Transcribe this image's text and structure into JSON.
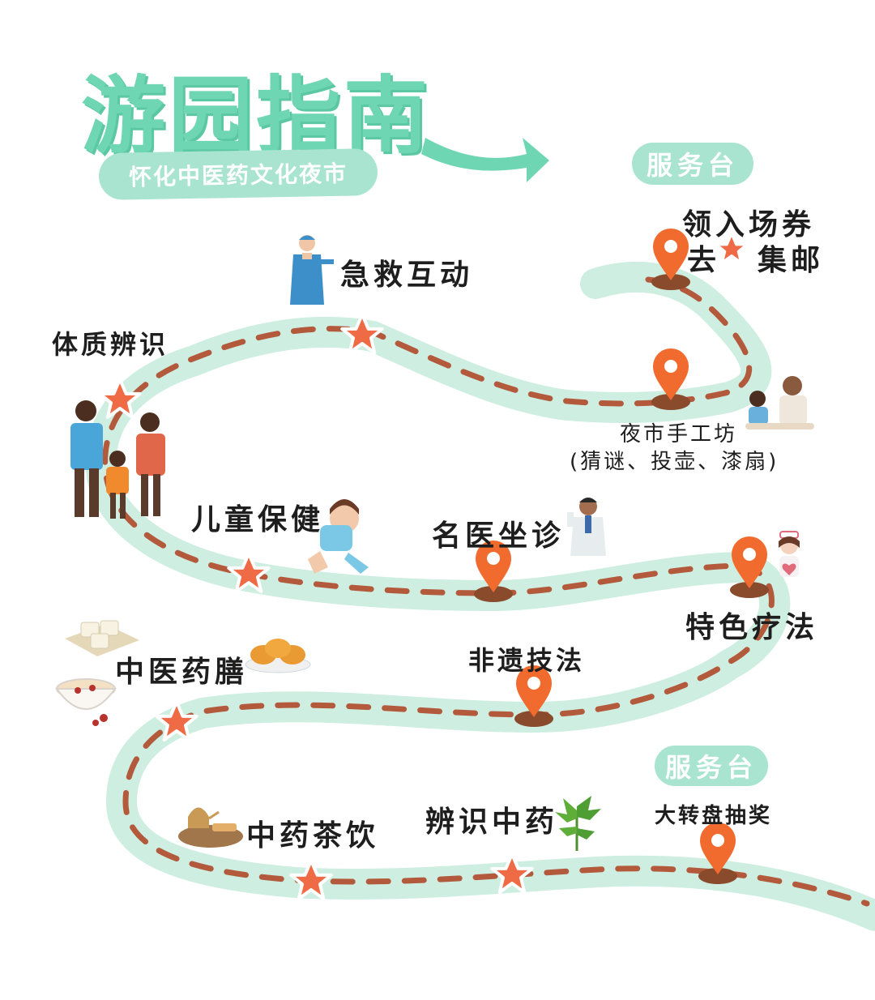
{
  "title": "游园指南",
  "subtitle": "怀化中医药文化夜市",
  "colors": {
    "title_green": "#6fd6b3",
    "path_green": "#cdeee0",
    "dash_brown": "#b45a3c",
    "marker_orange": "#f26b2e",
    "star_orange": "#ef6b45"
  },
  "service_desk_top": {
    "label": "服务台"
  },
  "service_desk_bottom": {
    "label": "服务台"
  },
  "stops": {
    "ticket_line1": "领入场券",
    "ticket_line2_a": "去",
    "ticket_line2_b": "集邮",
    "first_aid": "急救互动",
    "constitution": "体质辨识",
    "workshop": "夜市手工坊",
    "workshop_detail": "(猜谜、投壶、漆扇)",
    "child_care": "儿童保健",
    "famous_doctor": "名医坐诊",
    "special_therapy": "特色疗法",
    "medicinal_diet": "中医药膳",
    "heritage": "非遗技法",
    "herbal_tea": "中药茶饮",
    "herb_identify": "辨识中药",
    "lottery": "大转盘抽奖"
  },
  "icons": [
    "arrow-icon",
    "location-pin-icon",
    "star-icon",
    "doctor-illustration",
    "family-illustration",
    "child-illustration",
    "nurse-illustration",
    "craft-illustration",
    "pastry-illustration",
    "soup-illustration",
    "tea-set-illustration",
    "herb-leaf-illustration"
  ]
}
